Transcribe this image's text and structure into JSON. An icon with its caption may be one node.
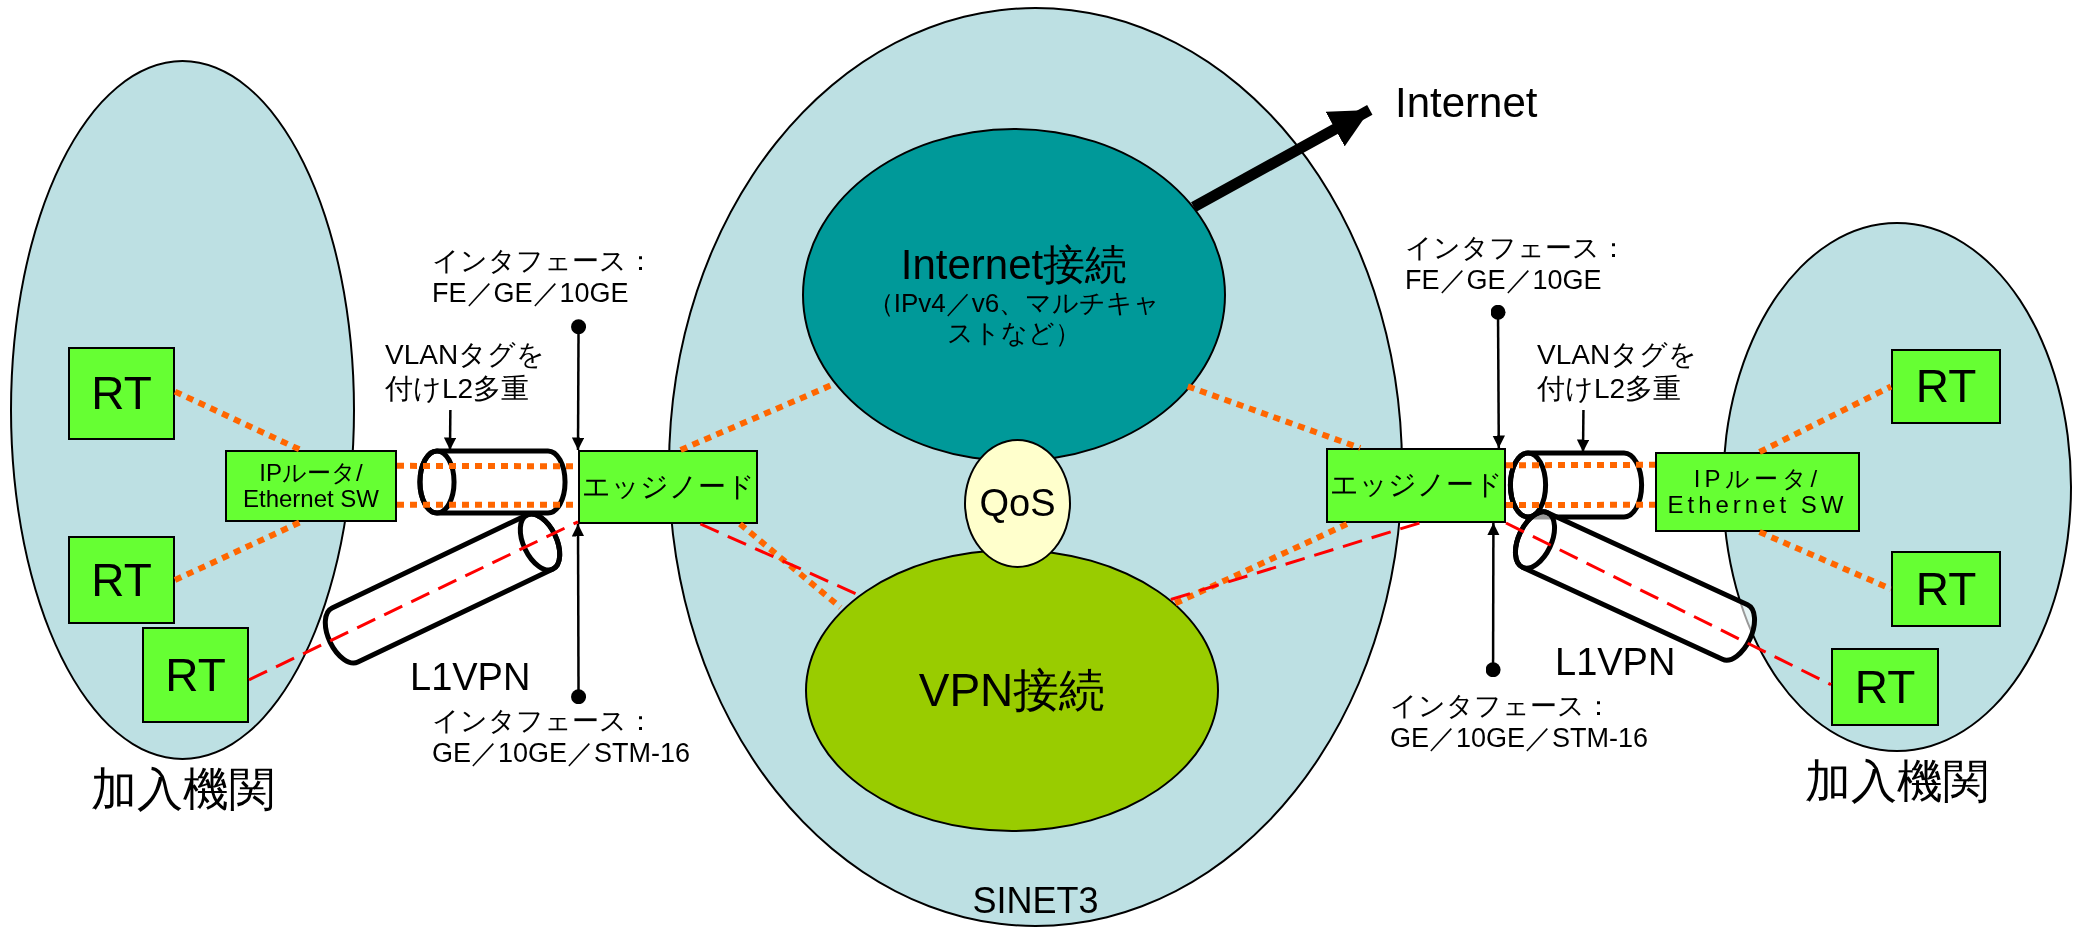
{
  "diagram": {
    "nodes": [
      {
        "text": [
          "SINET3"
        ]
      },
      {
        "text": [
          "Internet"
        ]
      },
      {
        "text": [
          "Internet接続",
          "（IPv4／v6、マルチキャストなど）"
        ],
        "in": 0
      },
      {
        "text": [
          "QoS"
        ],
        "in": 0
      },
      {
        "text": [
          "VPN接続"
        ],
        "in": 0
      },
      {
        "text": [
          "加入機関"
        ]
      },
      {
        "text": [
          "RT"
        ],
        "in": 5
      },
      {
        "text": [
          "RT"
        ],
        "in": 5
      },
      {
        "text": [
          "RT"
        ],
        "in": 5
      },
      {
        "text": [
          "IPルータ/ Ethernet SW"
        ]
      },
      {
        "text": [
          "インタフェース： FE／GE／10GE"
        ]
      },
      {
        "text": [
          "VLANタグを付けL2多重"
        ]
      },
      {
        "text": [
          "エッジノード"
        ]
      },
      {
        "text": [
          "インタフェース： GE／10GE／STM-16"
        ]
      },
      {
        "text": [
          "インタフェース： FE／GE／10GE"
        ]
      },
      {
        "text": [
          "VLANタグを付けL2多重"
        ]
      },
      {
        "text": [
          "エッジノード"
        ]
      },
      {
        "text": [
          "インタフェース： GE／10GE／STM-16"
        ]
      },
      {
        "text": [
          "加入機関"
        ]
      },
      {
        "text": [
          "RT"
        ],
        "in": 18
      },
      {
        "text": [
          "RT"
        ],
        "in": 18
      },
      {
        "text": [
          "RT"
        ],
        "in": 18
      },
      {
        "text": [
          "IPルータ/ Ethernet SW"
        ]
      }
    ],
    "edges": [
      {
        "from": 2,
        "to": 1,
        "arrow": "to",
        "style": "thick",
        "color": "#000000"
      },
      {
        "from": 6,
        "to": 9,
        "arrow": "none",
        "style": "dashed"
      },
      {
        "from": 7,
        "to": 9,
        "arrow": "none",
        "style": "dashed"
      },
      {
        "from": 9,
        "to": 12,
        "arrow": "none",
        "style": "dashed"
      },
      {
        "from": 9,
        "to": 12,
        "arrow": "none",
        "style": "dashed"
      },
      {
        "from": 12,
        "to": 2,
        "arrow": "none",
        "style": "dashed"
      },
      {
        "from": 12,
        "to": 4,
        "arrow": "none",
        "style": "dashed"
      },
      {
        "from": 8,
        "to": 12,
        "arrow": "none",
        "style": "dashed",
        "color": "#ff0000"
      },
      {
        "from": 12,
        "to": 4,
        "arrow": "none",
        "style": "dashed",
        "color": "#ff0000"
      },
      {
        "from": 10,
        "to": 12,
        "arrow": "to",
        "color": "#000000"
      },
      {
        "from": 11,
        "to": null,
        "arrow": "to",
        "color": "#000000"
      },
      {
        "from": 13,
        "to": 12,
        "arrow": "to",
        "color": "#000000"
      },
      {
        "from": 2,
        "to": 16,
        "arrow": "none",
        "style": "dashed"
      },
      {
        "from": 4,
        "to": 16,
        "arrow": "none",
        "style": "dashed"
      },
      {
        "from": 4,
        "to": 16,
        "arrow": "none",
        "style": "dashed",
        "color": "#ff0000"
      },
      {
        "from": 16,
        "to": 22,
        "arrow": "none",
        "style": "dashed"
      },
      {
        "from": 16,
        "to": 22,
        "arrow": "none",
        "style": "dashed"
      },
      {
        "from": 22,
        "to": 19,
        "arrow": "none",
        "style": "dashed"
      },
      {
        "from": 22,
        "to": 20,
        "arrow": "none",
        "style": "dashed"
      },
      {
        "from": 16,
        "to": 21,
        "arrow": "none",
        "style": "dashed",
        "color": "#ff0000"
      },
      {
        "from": 14,
        "to": 16,
        "arrow": "to",
        "color": "#000000"
      },
      {
        "from": 15,
        "to": null,
        "arrow": "to",
        "color": "#000000"
      },
      {
        "from": 17,
        "to": 16,
        "arrow": "to",
        "color": "#000000"
      }
    ],
    "labels": [
      "L1VPN",
      "L1VPN"
    ]
  }
}
